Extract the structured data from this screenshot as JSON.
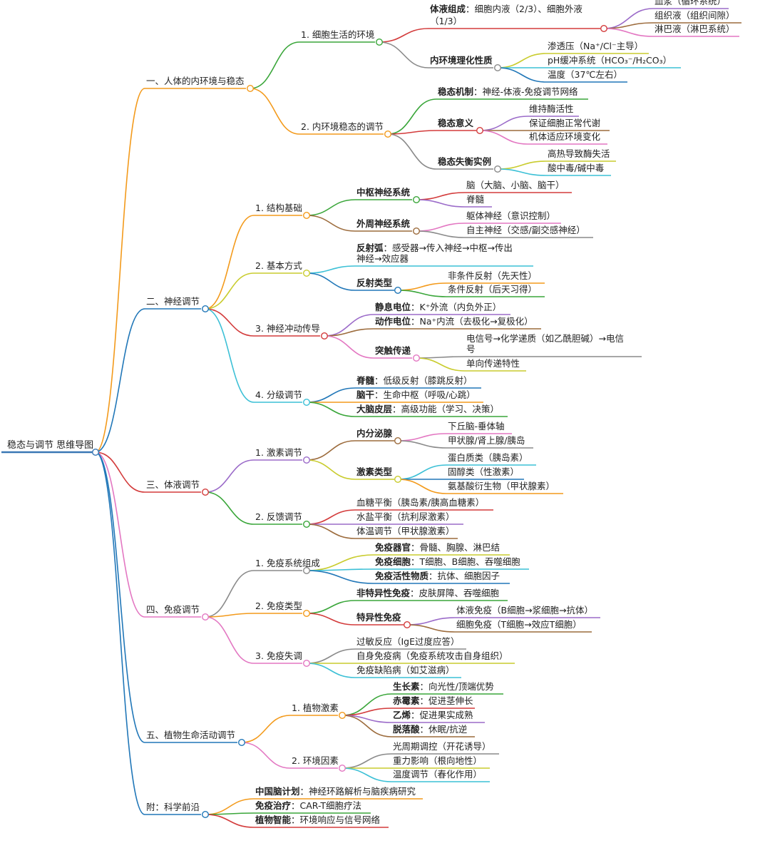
{
  "title": "稳态与调节 思维导图",
  "colors": {
    "orange": "#f39a1b",
    "blue": "#2177b8",
    "red": "#d33b3b",
    "green": "#3aa63a",
    "gray": "#8a8a8a",
    "purple": "#9b6bc9",
    "cyan": "#3cc0d6",
    "yellow": "#c9cc2e",
    "brown": "#9c6b3c",
    "pink": "#e377c2",
    "root": "#3a78b5"
  },
  "branches": [
    {
      "label": "一、人体的内环境与稳态",
      "color": "orange",
      "children": [
        {
          "label": "1. 细胞生活的环境",
          "color": "green",
          "children": [
            {
              "label": "体液组成",
              "desc": "：细胞内液（2/3）、细胞外液",
              "desc2": "（1/3）",
              "bold": true,
              "color": "red",
              "children": [
                {
                  "label": "血浆（循环系统）",
                  "color": "purple"
                },
                {
                  "label": "组织液（组织间隙）",
                  "color": "brown"
                },
                {
                  "label": "淋巴液（淋巴系统）",
                  "color": "pink"
                }
              ]
            },
            {
              "label": "内环境理化性质",
              "bold": true,
              "color": "gray",
              "children": [
                {
                  "label": "渗透压（Na⁺/Cl⁻主导）",
                  "color": "yellow"
                },
                {
                  "label": "pH缓冲系统（HCO₃⁻/H₂CO₃）",
                  "color": "cyan"
                },
                {
                  "label": "温度（37℃左右）",
                  "color": "blue"
                }
              ]
            }
          ]
        },
        {
          "label": "2. 内环境稳态的调节",
          "color": "orange",
          "children": [
            {
              "label": "稳态机制",
              "desc": "：神经-体液-免疫调节网络",
              "bold": true,
              "color": "green"
            },
            {
              "label": "稳态意义",
              "bold": true,
              "color": "red",
              "children": [
                {
                  "label": "维持酶活性",
                  "color": "purple"
                },
                {
                  "label": "保证细胞正常代谢",
                  "color": "brown"
                },
                {
                  "label": "机体适应环境变化",
                  "color": "pink"
                }
              ]
            },
            {
              "label": "稳态失衡实例",
              "bold": true,
              "color": "gray",
              "children": [
                {
                  "label": "高热导致酶失活",
                  "color": "yellow"
                },
                {
                  "label": "酸中毒/碱中毒",
                  "color": "cyan"
                }
              ]
            }
          ]
        }
      ]
    },
    {
      "label": "二、神经调节",
      "color": "blue",
      "children": [
        {
          "label": "1. 结构基础",
          "color": "orange",
          "children": [
            {
              "label": "中枢神经系统",
              "bold": true,
              "color": "green",
              "children": [
                {
                  "label": "脑（大脑、小脑、脑干）",
                  "color": "red"
                },
                {
                  "label": "脊髓",
                  "color": "purple"
                }
              ]
            },
            {
              "label": "外周神经系统",
              "bold": true,
              "color": "brown",
              "children": [
                {
                  "label": "躯体神经（意识控制）",
                  "color": "pink"
                },
                {
                  "label": "自主神经（交感/副交感神经）",
                  "color": "gray"
                }
              ]
            }
          ]
        },
        {
          "label": "2. 基本方式",
          "color": "yellow",
          "children": [
            {
              "label": "反射弧",
              "desc": "：感受器→传入神经→中枢→传出",
              "desc2": "神经→效应器",
              "bold": true,
              "color": "cyan"
            },
            {
              "label": "反射类型",
              "bold": true,
              "color": "blue",
              "children": [
                {
                  "label": "非条件反射（先天性）",
                  "color": "orange"
                },
                {
                  "label": "条件反射（后天习得）",
                  "color": "green"
                }
              ]
            }
          ]
        },
        {
          "label": "3. 神经冲动传导",
          "color": "red",
          "children": [
            {
              "label": "静息电位",
              "desc": "：K⁺外流（内负外正）",
              "bold": true,
              "color": "purple"
            },
            {
              "label": "动作电位",
              "desc": "：Na⁺内流（去极化→复极化）",
              "bold": true,
              "color": "brown"
            },
            {
              "label": "突触传递",
              "bold": true,
              "color": "pink",
              "children": [
                {
                  "label": "电信号→化学递质（如乙酰胆碱）→电信",
                  "label2": "号",
                  "color": "gray"
                },
                {
                  "label": "单向传递特性",
                  "color": "yellow"
                }
              ]
            }
          ]
        },
        {
          "label": "4. 分级调节",
          "color": "cyan",
          "children": [
            {
              "label": "脊髓",
              "desc": "：低级反射（膝跳反射）",
              "bold": true,
              "color": "blue"
            },
            {
              "label": "脑干",
              "desc": "：生命中枢（呼吸/心跳）",
              "bold": true,
              "color": "orange"
            },
            {
              "label": "大脑皮层",
              "desc": "：高级功能（学习、决策）",
              "bold": true,
              "color": "green"
            }
          ]
        }
      ]
    },
    {
      "label": "三、体液调节",
      "color": "red",
      "children": [
        {
          "label": "1. 激素调节",
          "color": "purple",
          "children": [
            {
              "label": "内分泌腺",
              "bold": true,
              "color": "brown",
              "children": [
                {
                  "label": "下丘脑-垂体轴",
                  "color": "pink"
                },
                {
                  "label": "甲状腺/肾上腺/胰岛",
                  "color": "gray"
                }
              ]
            },
            {
              "label": "激素类型",
              "bold": true,
              "color": "yellow",
              "children": [
                {
                  "label": "蛋白质类（胰岛素）",
                  "color": "cyan"
                },
                {
                  "label": "固醇类（性激素）",
                  "color": "blue"
                },
                {
                  "label": "氨基酸衍生物（甲状腺素）",
                  "color": "orange"
                }
              ]
            }
          ]
        },
        {
          "label": "2. 反馈调节",
          "color": "green",
          "children": [
            {
              "label": "血糖平衡（胰岛素/胰高血糖素）",
              "color": "red"
            },
            {
              "label": "水盐平衡（抗利尿激素）",
              "color": "purple"
            },
            {
              "label": "体温调节（甲状腺激素）",
              "color": "brown"
            }
          ]
        }
      ]
    },
    {
      "label": "四、免疫调节",
      "color": "pink",
      "children": [
        {
          "label": "1. 免疫系统组成",
          "color": "gray",
          "children": [
            {
              "label": "免疫器官",
              "desc": "：骨髓、胸腺、淋巴结",
              "bold": true,
              "color": "yellow"
            },
            {
              "label": "免疫细胞",
              "desc": "：T细胞、B细胞、吞噬细胞",
              "bold": true,
              "color": "cyan"
            },
            {
              "label": "免疫活性物质",
              "desc": "：抗体、细胞因子",
              "bold": true,
              "color": "blue"
            }
          ]
        },
        {
          "label": "2. 免疫类型",
          "color": "orange",
          "children": [
            {
              "label": "非特异性免疫",
              "desc": "：皮肤屏障、吞噬细胞",
              "bold": true,
              "color": "green"
            },
            {
              "label": "特异性免疫",
              "bold": true,
              "color": "red",
              "children": [
                {
                  "label": "体液免疫（B细胞→浆细胞→抗体）",
                  "color": "purple"
                },
                {
                  "label": "细胞免疫（T细胞→效应T细胞）",
                  "color": "brown"
                }
              ]
            }
          ]
        },
        {
          "label": "3. 免疫失调",
          "color": "pink",
          "children": [
            {
              "label": "过敏反应（IgE过度应答）",
              "color": "gray"
            },
            {
              "label": "自身免疫病（免疫系统攻击自身组织）",
              "color": "yellow"
            },
            {
              "label": "免疫缺陷病（如艾滋病）",
              "color": "cyan"
            }
          ]
        }
      ]
    },
    {
      "label": "五、植物生命活动调节",
      "color": "blue",
      "children": [
        {
          "label": "1. 植物激素",
          "color": "orange",
          "children": [
            {
              "label": "生长素",
              "desc": "：向光性/顶端优势",
              "bold": true,
              "color": "green"
            },
            {
              "label": "赤霉素",
              "desc": "：促进茎伸长",
              "bold": true,
              "color": "red"
            },
            {
              "label": "乙烯",
              "desc": "：促进果实成熟",
              "bold": true,
              "color": "purple"
            },
            {
              "label": "脱落酸",
              "desc": "：休眠/抗逆",
              "bold": true,
              "color": "brown"
            }
          ]
        },
        {
          "label": "2. 环境因素",
          "color": "pink",
          "children": [
            {
              "label": "光周期调控（开花诱导）",
              "color": "gray"
            },
            {
              "label": "重力影响（根向地性）",
              "color": "yellow"
            },
            {
              "label": "温度调节（春化作用）",
              "color": "cyan"
            }
          ]
        }
      ]
    },
    {
      "label": "附：科学前沿",
      "color": "blue",
      "children": [
        {
          "label": "中国脑计划",
          "desc": "：神经环路解析与脑疾病研究",
          "bold": true,
          "color": "orange"
        },
        {
          "label": "免疫治疗",
          "desc": "：CAR-T细胞疗法",
          "bold": true,
          "color": "green"
        },
        {
          "label": "植物智能",
          "desc": "：环境响应与信号网络",
          "bold": true,
          "color": "red"
        }
      ]
    }
  ]
}
